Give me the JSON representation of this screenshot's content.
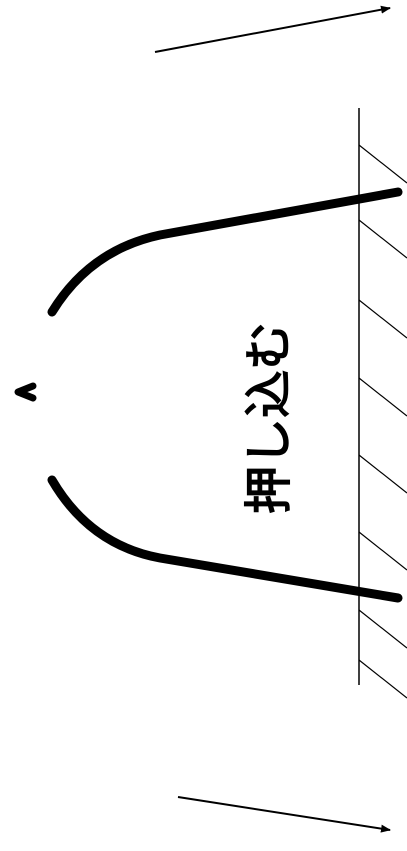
{
  "diagram": {
    "label": "押し込む",
    "colors": {
      "stroke": "#000000",
      "background": "#ffffff"
    },
    "elements": [
      "arrow-top",
      "arrow-bottom",
      "wall-line",
      "wall-hatching",
      "u-shape-upper-arm",
      "u-shape-lower-arm",
      "tip-bracket"
    ]
  }
}
